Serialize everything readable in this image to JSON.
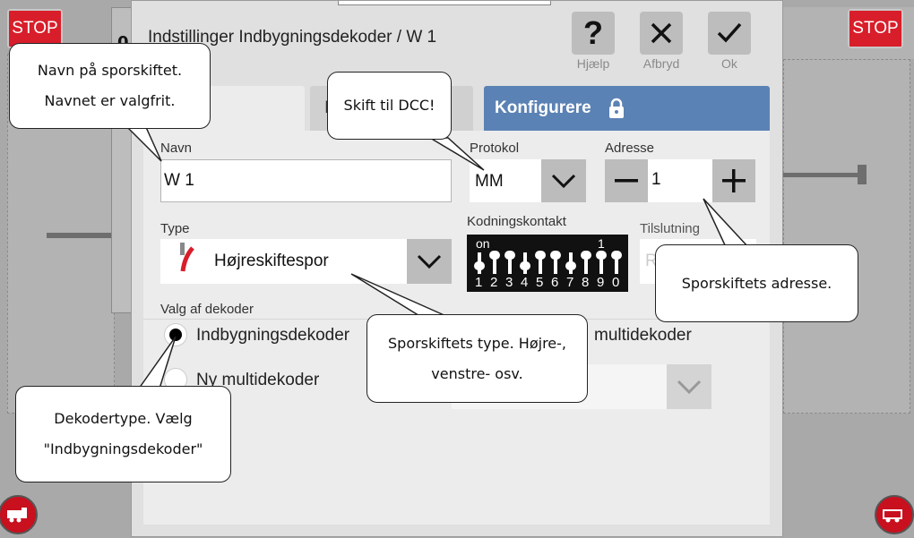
{
  "background": {
    "stop_left": "STOP",
    "stop_right": "STOP",
    "help_fragment": "lp",
    "left_fragment": "0",
    "loco_left": "loco-icon",
    "loco_right": "loco-icon"
  },
  "dialog": {
    "title": "Indstillinger Indbygningsdekoder / W 1",
    "buttons": {
      "help": "Hjælp",
      "cancel": "Afbryd",
      "ok": "Ok"
    },
    "tabs": {
      "partial": "I",
      "configure": "Konfigurere"
    },
    "fields": {
      "name_label": "Navn",
      "name_value": "W 1",
      "protocol_label": "Protokol",
      "protocol_value": "MM",
      "address_label": "Adresse",
      "address_value": "1",
      "type_label": "Type",
      "type_value": "Højreskiftespor",
      "coding_label": "Kodningskontakt",
      "coding_on": "on",
      "coding_one": "1",
      "coding_digits": [
        "1",
        "2",
        "3",
        "4",
        "5",
        "6",
        "7",
        "8",
        "9",
        "0"
      ],
      "connection_label": "Tilslutning",
      "connection_value": "R"
    },
    "decoder": {
      "label": "Valg af dekoder",
      "option1": "Indbygningsdekoder",
      "option2": "Ny multidekoder",
      "option3_fragment": "multidekoder"
    }
  },
  "callouts": {
    "name_line1": "Navn på sporskiftet.",
    "name_line2": "Navnet er valgfrit.",
    "dcc": "Skift til DCC!",
    "address": "Sporskiftets adresse.",
    "type_line1": "Sporskiftets type. Højre-,",
    "type_line2": "venstre- osv.",
    "decoder_line1": "Dekodertype. Vælg",
    "decoder_line2": "\"Indbygningsdekoder\""
  },
  "colors": {
    "stop": "#d81e2a",
    "configure_tab": "#5b82b4",
    "turnout_red": "#d81e2a"
  }
}
